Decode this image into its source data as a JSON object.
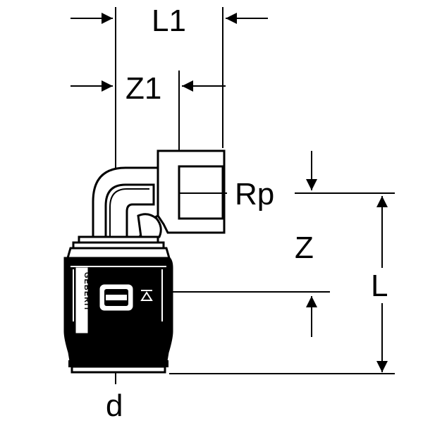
{
  "labels": {
    "L1": "L1",
    "Z1": "Z1",
    "Rp": "Rp",
    "Z": "Z",
    "L": "L",
    "d": "d"
  },
  "brand": "GEBERIT",
  "colors": {
    "line": "#000000",
    "body": "#000000",
    "background": "#ffffff"
  }
}
